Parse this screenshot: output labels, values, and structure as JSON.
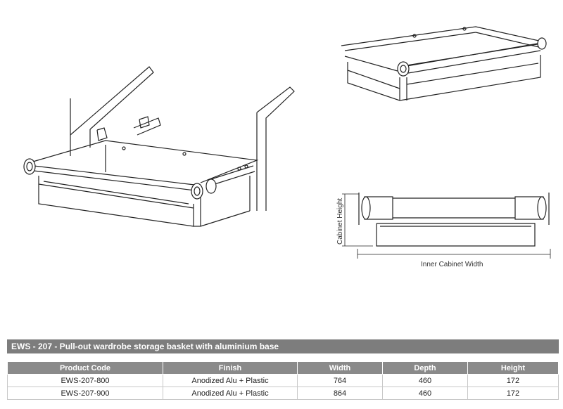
{
  "dimensions": {
    "height_label": "Cabinet Height",
    "width_label": "Inner Cabinet Width"
  },
  "title": "EWS - 207 - Pull-out wardrobe storage basket with aluminium base",
  "table": {
    "headers": [
      "Product Code",
      "Finish",
      "Width",
      "Depth",
      "Height"
    ],
    "rows": [
      [
        "EWS-207-800",
        "Anodized Alu + Plastic",
        "764",
        "460",
        "172"
      ],
      [
        "EWS-207-900",
        "Anodized Alu + Plastic",
        "864",
        "460",
        "172"
      ]
    ]
  }
}
